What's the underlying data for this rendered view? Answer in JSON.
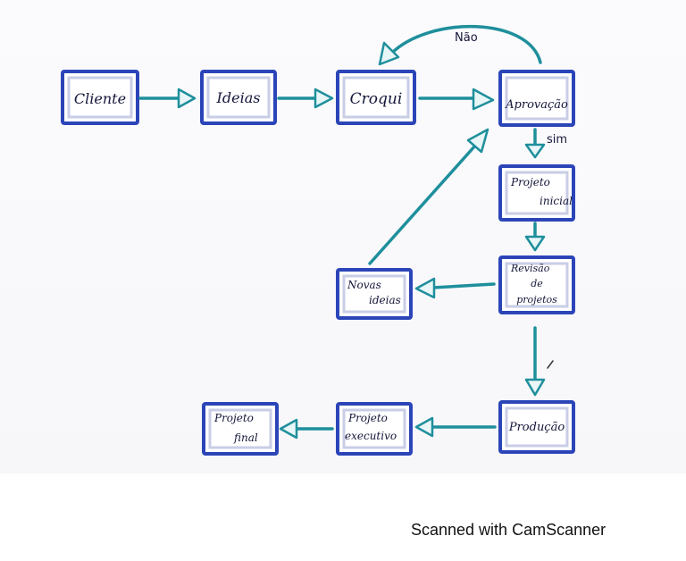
{
  "diagram": {
    "nodes": {
      "cliente": "Cliente",
      "ideias": "Ideias",
      "croqui": "Croqui",
      "aprovacao": "Aprovação",
      "projeto_inicial": [
        "Projeto",
        "inicial"
      ],
      "revisao": [
        "Revisão",
        "de",
        "projetos"
      ],
      "novas_ideias": [
        "Novas",
        "ideias"
      ],
      "producao": "Produção",
      "projeto_executivo": [
        "Projeto",
        "executivo"
      ],
      "projeto_final": [
        "Projeto",
        "final"
      ]
    },
    "edges": {
      "nao_label": "Não",
      "sim_label": "sim"
    }
  },
  "footer": {
    "scanner_text": "Scanned with CamScanner"
  },
  "colors": {
    "box_border": "#2b45b8",
    "arrow": "#1f8f9c",
    "text": "#14163a"
  }
}
